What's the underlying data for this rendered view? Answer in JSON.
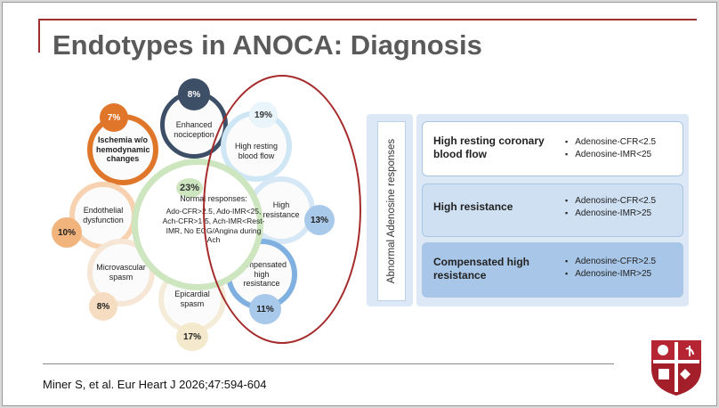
{
  "slide": {
    "title": "Endotypes in ANOCA: Diagnosis",
    "citation": "Miner S, et al. Eur Heart J 2026;47:594-604"
  },
  "diagram": {
    "center": {
      "percent": "23%",
      "label": "Normal responses:",
      "detail": "Ado-CFR>2.5, Ado-IMR<25, Ach-CFR>1·5, Ach-IMR<Rest-IMR, No ECG/Angina during Ach"
    },
    "endotypes": [
      {
        "label": "Enhanced nociception",
        "percent": "8%",
        "color": "#3d4f66"
      },
      {
        "label": "High resting blood flow",
        "percent": "19%",
        "color": "#cfe7f5"
      },
      {
        "label": "High resistance",
        "percent": "13%",
        "color": "#a9c9ea"
      },
      {
        "label": "Compensated high resistance",
        "percent": "11%",
        "color": "#7fb0e0"
      },
      {
        "label": "Epicardial spasm",
        "percent": "17%",
        "color": "#f4e9cc"
      },
      {
        "label": "Microvascular spasm",
        "percent": "8%",
        "color": "#f6dcc0"
      },
      {
        "label": "Endothelial dysfunction",
        "percent": "10%",
        "color": "#f2b47d"
      },
      {
        "label": "Ischemia w/o hemodynamic changes",
        "percent": "7%",
        "color": "#e0762a"
      }
    ]
  },
  "responses": {
    "heading": "Abnormal Adenosine responses",
    "rows": [
      {
        "name": "High resting coronary blood flow",
        "criteria": [
          "Adenosine-CFR<2.5",
          "Adenosine-IMR<25"
        ],
        "fill": "#ffffff"
      },
      {
        "name": "High resistance",
        "criteria": [
          "Adenosine-CFR<2.5",
          "Adenosine-IMR>25"
        ],
        "fill": "#cfe0f3"
      },
      {
        "name": "Compensated high resistance",
        "criteria": [
          "Adenosine-CFR>2.5",
          "Adenosine-IMR>25"
        ],
        "fill": "#a8c7e8"
      }
    ]
  }
}
